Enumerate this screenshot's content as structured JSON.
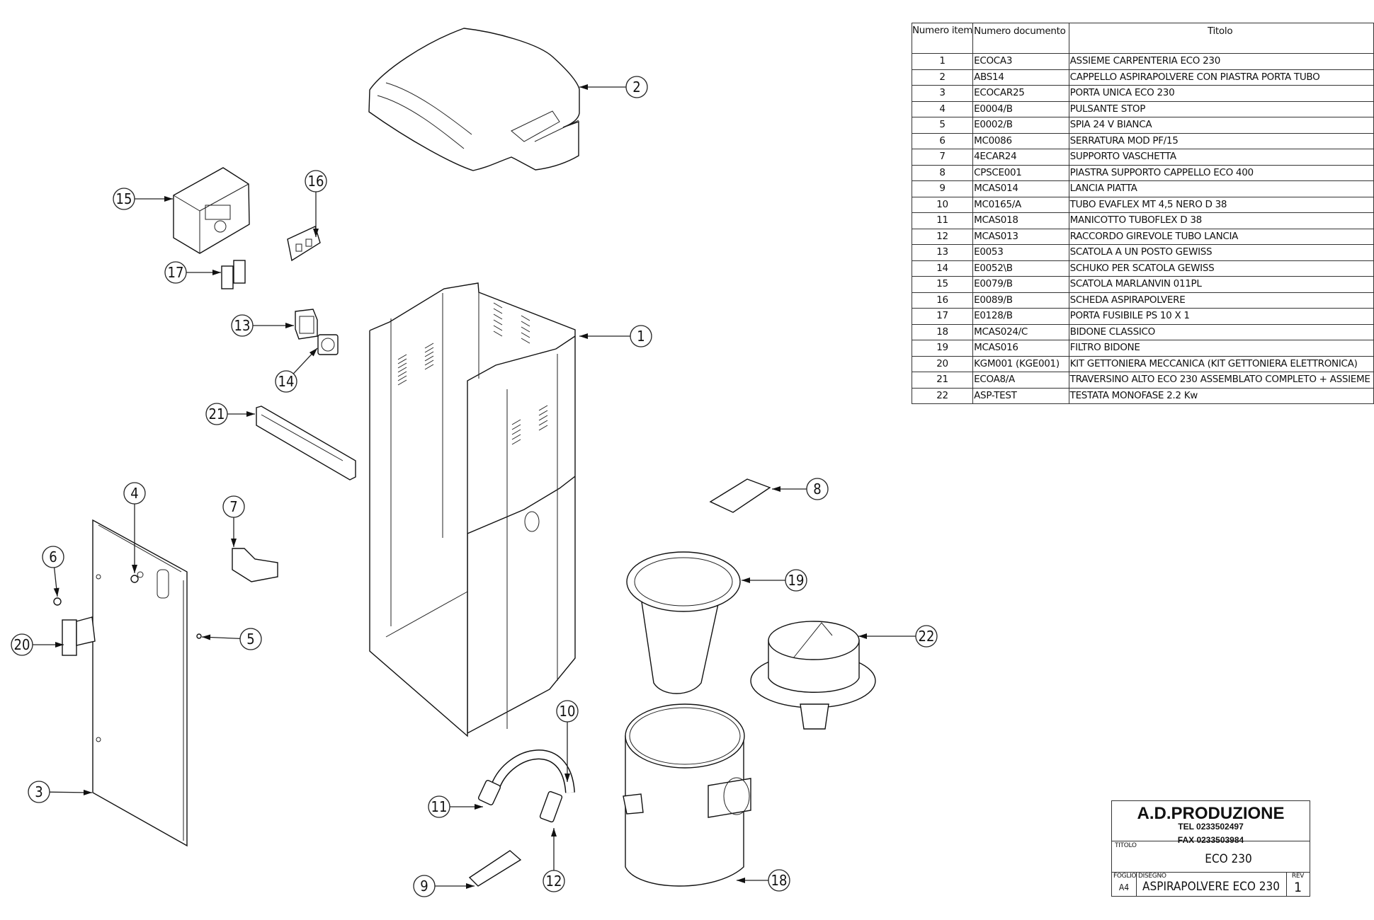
{
  "drawing": {
    "title": "ECO 230",
    "balloons": [
      "1",
      "2",
      "3",
      "4",
      "5",
      "6",
      "7",
      "8",
      "9",
      "10",
      "11",
      "12",
      "13",
      "14",
      "15",
      "16",
      "17",
      "18",
      "19",
      "20",
      "21",
      "22"
    ]
  },
  "bom": {
    "headers": {
      "item": "Numero item",
      "document": "Numero documento",
      "title": "Titolo"
    },
    "rows": [
      {
        "item": "1",
        "document": "ECOCA3",
        "title": "ASSIEME CARPENTERIA ECO 230"
      },
      {
        "item": "2",
        "document": "ABS14",
        "title": "CAPPELLO ASPIRAPOLVERE CON PIASTRA PORTA TUBO"
      },
      {
        "item": "3",
        "document": "ECOCAR25",
        "title": "PORTA UNICA ECO 230"
      },
      {
        "item": "4",
        "document": "E0004/B",
        "title": "PULSANTE STOP"
      },
      {
        "item": "5",
        "document": "E0002/B",
        "title": "SPIA 24 V BIANCA"
      },
      {
        "item": "6",
        "document": "MC0086",
        "title": "SERRATURA MOD PF/15"
      },
      {
        "item": "7",
        "document": "4ECAR24",
        "title": "SUPPORTO VASCHETTA"
      },
      {
        "item": "8",
        "document": "CPSCE001",
        "title": "PIASTRA SUPPORTO CAPPELLO ECO 400"
      },
      {
        "item": "9",
        "document": "MCAS014",
        "title": "LANCIA PIATTA"
      },
      {
        "item": "10",
        "document": "MC0165/A",
        "title": "TUBO EVAFLEX  MT 4,5 NERO D 38"
      },
      {
        "item": "11",
        "document": "MCAS018",
        "title": "MANICOTTO TUBOFLEX D 38"
      },
      {
        "item": "12",
        "document": "MCAS013",
        "title": "RACCORDO GIREVOLE TUBO LANCIA"
      },
      {
        "item": "13",
        "document": "E0053",
        "title": "SCATOLA A UN POSTO GEWISS"
      },
      {
        "item": "14",
        "document": "E0052\\B",
        "title": "SCHUKO PER SCATOLA GEWISS"
      },
      {
        "item": "15",
        "document": "E0079/B",
        "title": "SCATOLA MARLANVIN 011PL"
      },
      {
        "item": "16",
        "document": "E0089/B",
        "title": "SCHEDA ASPIRAPOLVERE"
      },
      {
        "item": "17",
        "document": "E0128/B",
        "title": "PORTA FUSIBILE PS 10 X 1"
      },
      {
        "item": "18",
        "document": "MCAS024/C",
        "title": "BIDONE CLASSICO"
      },
      {
        "item": "19",
        "document": "MCAS016",
        "title": "FILTRO BIDONE"
      },
      {
        "item": "20",
        "document": "KGM001 (KGE001)",
        "title": "KIT GETTONIERA MECCANICA (KIT GETTONIERA ELETTRONICA)"
      },
      {
        "item": "21",
        "document": "ECOA8/A",
        "title": "TRAVERSINO ALTO ECO 230 ASSEMBLATO COMPLETO + ASSIEME"
      },
      {
        "item": "22",
        "document": "ASP-TEST",
        "title": "TESTATA MONOFASE 2.2 Kw"
      }
    ]
  },
  "title_block": {
    "company": "A.D.PRODUZIONE",
    "tel": "TEL 0233502497",
    "fax": "FAX 0233503984",
    "title_label": "TITOLO",
    "title_value": "ECO 230",
    "sheet_label": "FOGLIO",
    "sheet_value": "A4",
    "drawing_label": "DISEGNO",
    "drawing_value": "ASPIRAPOLVERE ECO 230",
    "rev_label": "REV",
    "rev_value": "1"
  }
}
